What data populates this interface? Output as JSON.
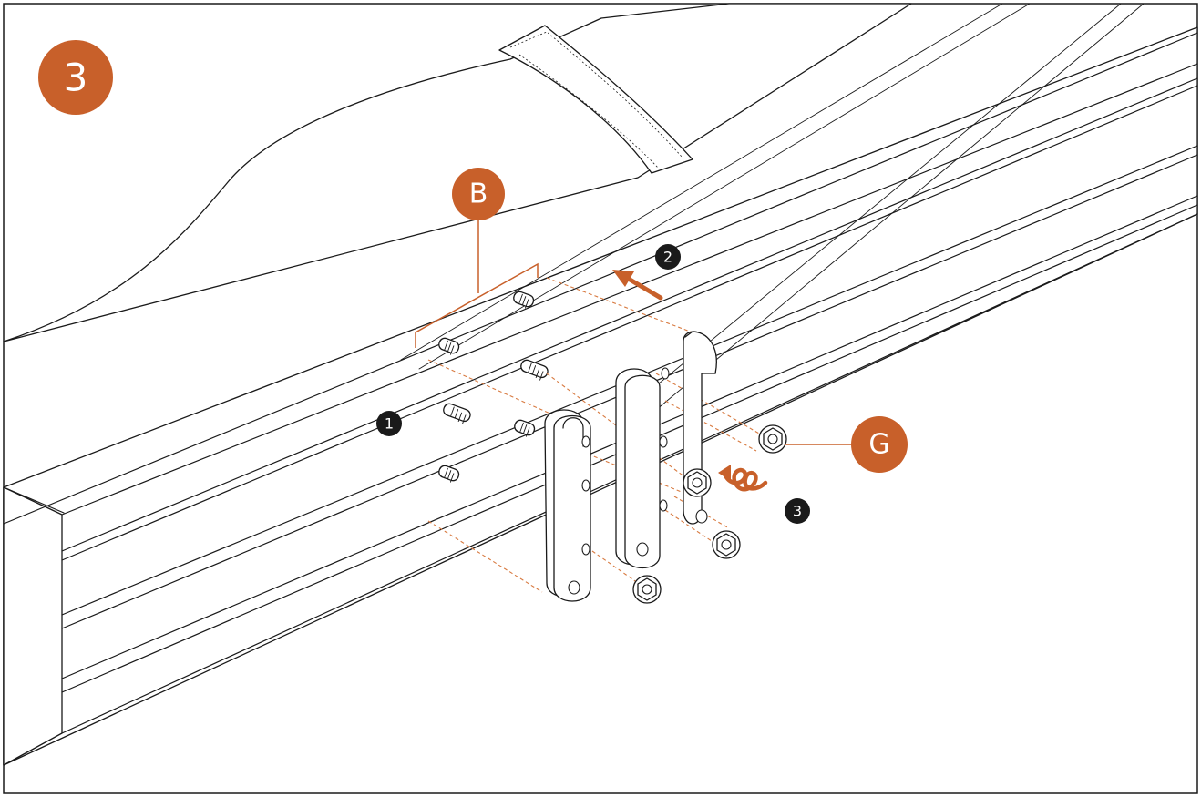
{
  "step": {
    "number": "3"
  },
  "callouts": {
    "part_b": "B",
    "part_g": "G"
  },
  "sequence": [
    {
      "id": "1",
      "label": "1"
    },
    {
      "id": "2",
      "label": "2"
    },
    {
      "id": "3",
      "label": "3"
    }
  ],
  "colors": {
    "accent": "#c8602a",
    "ink": "#1a1a1a",
    "badge": "#1a1a1a",
    "background": "#ffffff",
    "guide": "#d87a40"
  },
  "icons": {
    "insert_arrow": "arrow-up-left-icon",
    "tighten_swirl": "rotate-swirl-icon"
  }
}
